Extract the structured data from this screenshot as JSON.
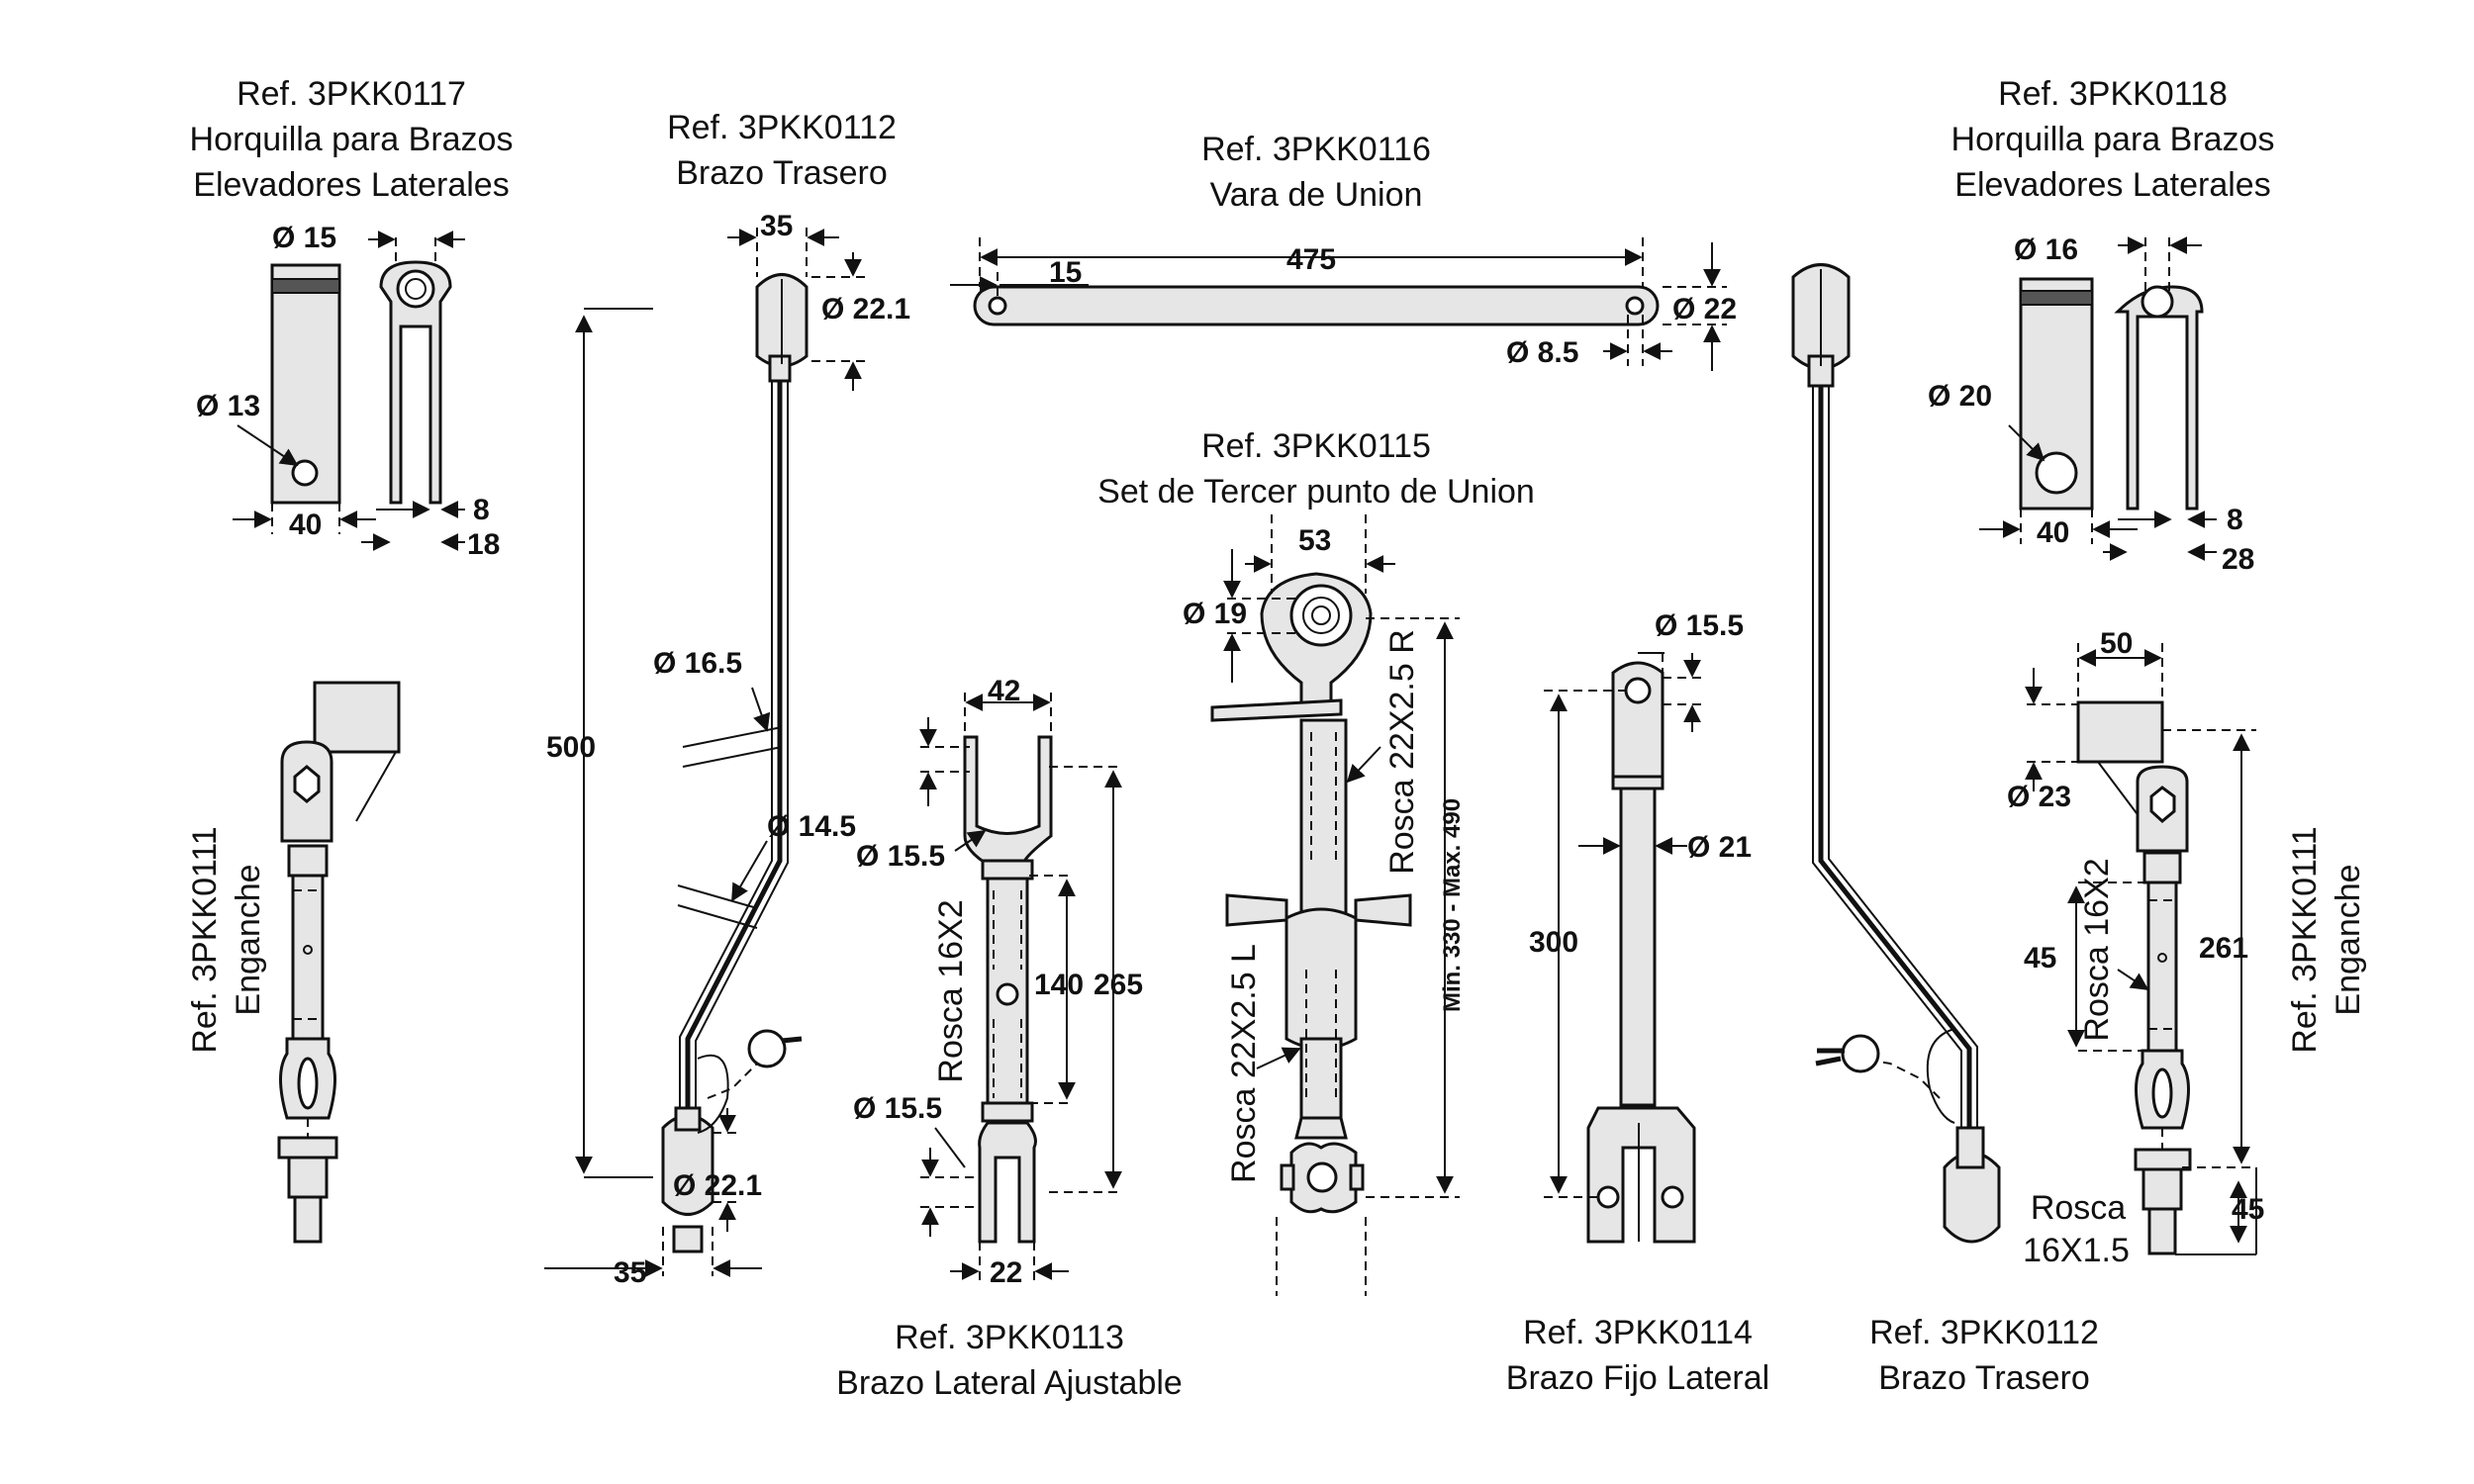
{
  "captions": {
    "c0117_ref": "Ref. 3PKK0117",
    "c0117_l1": "Horquilla para Brazos",
    "c0117_l2": "Elevadores Laterales",
    "c0112a_ref": "Ref. 3PKK0112",
    "c0112a_l1": "Brazo Trasero",
    "c0116_ref": "Ref. 3PKK0116",
    "c0116_l1": "Vara de Union",
    "c0118_ref": "Ref. 3PKK0118",
    "c0118_l1": "Horquilla para Brazos",
    "c0118_l2": "Elevadores Laterales",
    "c0115_ref": "Ref. 3PKK0115",
    "c0115_l1": "Set de Tercer punto de Union",
    "c0111a_ref": "Ref. 3PKK0111",
    "c0111a_l1": "Enganche",
    "c0111b_ref": "Ref. 3PKK0111",
    "c0111b_l1": "Enganche",
    "c0113_ref": "Ref. 3PKK0113",
    "c0113_l1": "Brazo Lateral Ajustable",
    "c0114_ref": "Ref. 3PKK0114",
    "c0114_l1": "Brazo Fijo Lateral",
    "c0112b_ref": "Ref. 3PKK0112",
    "c0112b_l1": "Brazo Trasero"
  },
  "dims": {
    "h0117_d15": "Ø 15",
    "h0117_d13": "Ø 13",
    "h0117_40": "40",
    "h0117_8": "8",
    "h0117_18": "18",
    "b0112_35top": "35",
    "b0112_d221top": "Ø 22.1",
    "b0112_500": "500",
    "b0112_d165": "Ø 16.5",
    "b0112_d145": "Ø 14.5",
    "b0112_d221bot": "Ø 22.1",
    "b0112_35bot": "35",
    "v0116_15": "15",
    "v0116_475": "475",
    "v0116_d22": "Ø 22",
    "v0116_d85": "Ø 8.5",
    "h0118_d16": "Ø 16",
    "h0118_d20": "Ø 20",
    "h0118_40": "40",
    "h0118_8": "8",
    "h0118_28": "28",
    "s0115_53": "53",
    "s0115_d19": "Ø 19",
    "s0115_roscaR": "Rosca 22X2.5 R",
    "s0115_roscaL": "Rosca 22X2.5 L",
    "s0115_minmax": "Min. 330 - Max. 490",
    "a0113_42": "42",
    "a0113_d155top": "Ø 15.5",
    "a0113_rosca": "Rosca 16X2",
    "a0113_140": "140",
    "a0113_265": "265",
    "a0113_d155bot": "Ø 15.5",
    "a0113_22": "22",
    "f0114_d155": "Ø 15.5",
    "f0114_d21": "Ø 21",
    "f0114_300": "300",
    "e0111_50": "50",
    "e0111_d23": "Ø 23",
    "e0111_rosca": "Rosca 16X2",
    "e0111_45a": "45",
    "e0111_261": "261",
    "e0111_roscab": "Rosca",
    "e0111_roscab2": "16X1.5",
    "e0111_45b": "45"
  }
}
